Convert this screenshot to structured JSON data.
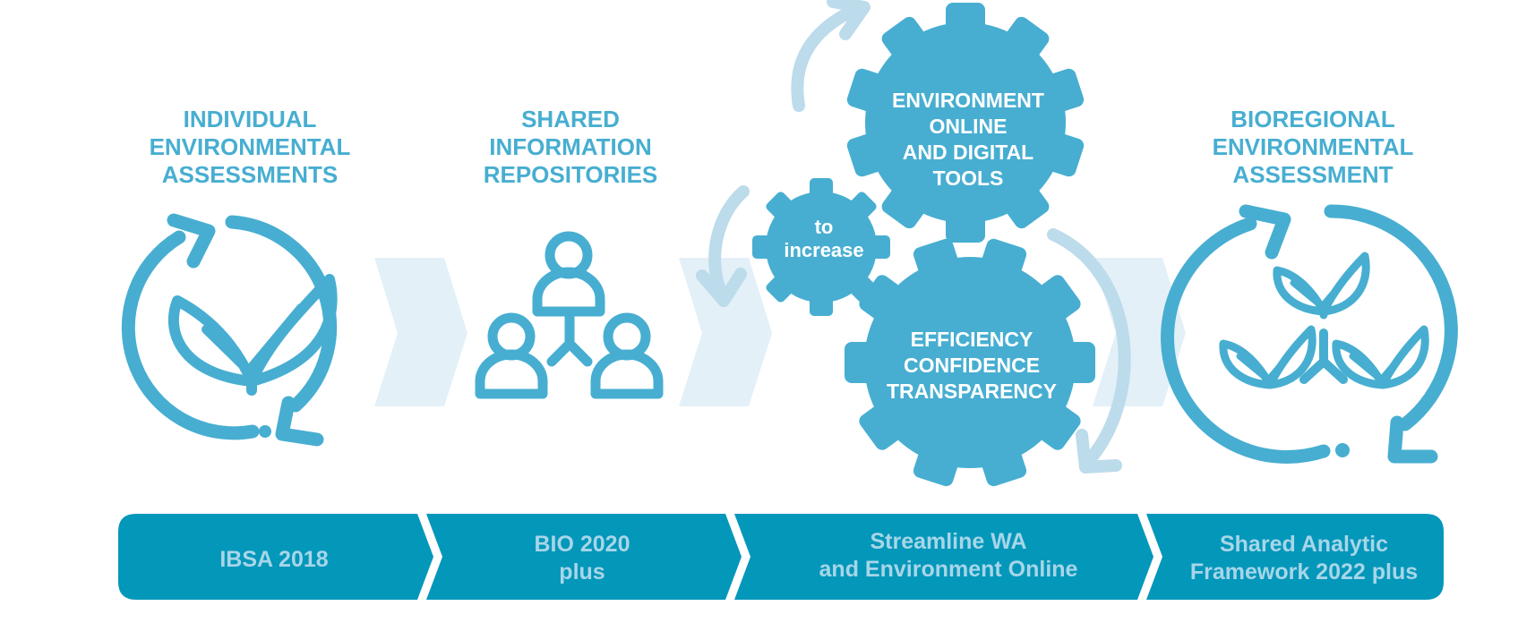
{
  "stages": [
    {
      "heading": [
        "INDIVIDUAL",
        "ENVIRONMENTAL",
        "ASSESSMENTS"
      ],
      "icon": "cycle-leaf-icon"
    },
    {
      "heading": [
        "SHARED",
        "INFORMATION",
        "REPOSITORIES"
      ],
      "icon": "people-network-icon"
    },
    {
      "icon": "gears-icon",
      "gear_top": [
        "ENVIRONMENT",
        "ONLINE",
        "AND DIGITAL",
        "TOOLS"
      ],
      "gear_small": [
        "to",
        "increase"
      ],
      "gear_bottom": [
        "EFFICIENCY",
        "CONFIDENCE",
        "TRANSPARENCY"
      ]
    },
    {
      "heading": [
        "BIOREGIONAL",
        "ENVIRONMENTAL",
        "ASSESSMENT"
      ],
      "icon": "cycle-sprouts-icon"
    }
  ],
  "timeline": [
    {
      "lines": [
        "IBSA 2018"
      ]
    },
    {
      "lines": [
        "BIO 2020",
        "plus"
      ]
    },
    {
      "lines": [
        "Streamline WA",
        "and Environment Online"
      ]
    },
    {
      "lines": [
        "Shared Analytic",
        "Framework 2022 plus"
      ]
    }
  ],
  "colors": {
    "primary": "#47aed1",
    "gear": "#47aed1",
    "light_arrow": "#bcdbeb",
    "chevron": "#e3f0f7",
    "bar": "#0397ba",
    "bar_text": "#a7d6e8",
    "gear_text": "#ffffff"
  }
}
